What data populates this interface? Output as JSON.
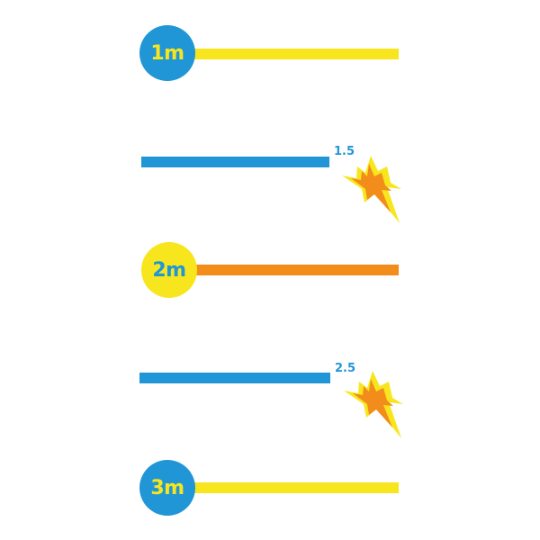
{
  "colors": {
    "blue": "#2196d6",
    "yellow": "#f7e61d",
    "orange": "#f28c1a",
    "bolt_outer": "#f7e61d",
    "bolt_inner": "#f28c1a"
  },
  "markers": [
    {
      "label": "1m",
      "circle_color": "blue",
      "label_color": "yellow",
      "line_color": "yellow"
    },
    {
      "label": "2m",
      "circle_color": "yellow",
      "label_color": "blue",
      "line_color": "orange"
    },
    {
      "label": "3m",
      "circle_color": "blue",
      "label_color": "yellow",
      "line_color": "yellow"
    }
  ],
  "half_markers": [
    {
      "label": "1.5",
      "line_color": "blue",
      "icon": "lightning-bolt-icon"
    },
    {
      "label": "2.5",
      "line_color": "blue",
      "icon": "lightning-bolt-icon"
    }
  ]
}
